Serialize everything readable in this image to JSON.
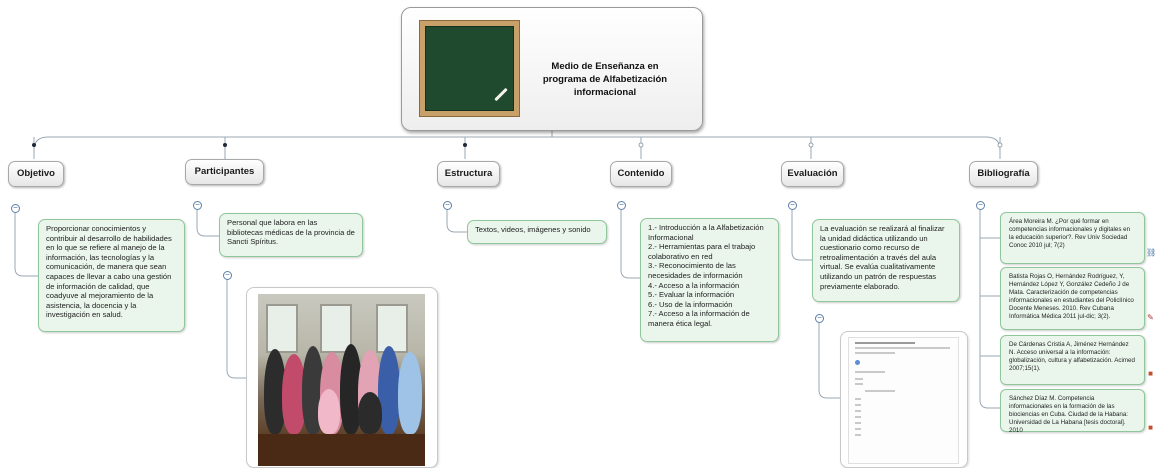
{
  "central": {
    "title": "Medio de Enseñanza en programa de Alfabetización informacional",
    "image": "chalkboard-image"
  },
  "topics": [
    {
      "label": "Objetivo"
    },
    {
      "label": "Participantes"
    },
    {
      "label": "Estructura"
    },
    {
      "label": "Contenido"
    },
    {
      "label": "Evaluación"
    },
    {
      "label": "Bibliografía"
    }
  ],
  "notes": {
    "objetivo": "Proporcionar conocimientos y contribuir al desarrollo de habilidades en lo que se refiere al manejo de la información, las tecnologías y la comunicación, de manera que sean capaces de llevar a cabo una gestión de información de calidad, que coadyuve al mejoramiento de la asistencia, la docencia y la investigación en salud.",
    "participantes": "Personal que labora en las bibliotecas médicas de la provincia de Sancti Spíritus.",
    "estructura": "Textos, videos, imágenes y sonido",
    "contenido": [
      "1.- Introducción a la Alfabetización Informacional",
      "2.- Herramientas para el trabajo colaborativo en red",
      "3.- Reconocimiento de las necesidades de información",
      "4.- Acceso a la información",
      "5.- Evaluar la información",
      "6.- Uso de la información",
      "7.- Acceso a la información de manera ética legal."
    ],
    "evaluacion": "La evaluación se realizará al finalizar la unidad didáctica utilizando un cuestionario como recurso de retroalimentación a través del aula virtual. Se evalúa cualitativamente utilizando un patrón de respuestas previamente elaborado."
  },
  "bibliografia": [
    "Área Moreira M. ¿Por qué formar en competencias informacionales y digitales en la educación superior?. Rev Univ Sociedad Conoc 2010 jul; 7(2)",
    "Batista Rojas O, Hernández Rodríguez, Y, Hernández López Y, González Cedeño J de Mata. Caracterización de competencias informacionales en estudiantes del Policlínico Docente Meneses. 2010. Rev Cubana Informática Médica 2011 jul-dic; 3(2).",
    "De Cárdenas Cristia A, Jiménez Hernández N. Acceso universal a la información: globalización, cultura y alfabetización. Acimed 2007;15(1).",
    "Sánchez Díaz M. Competencia informacionales en la formación de las biociencias en Cuba. Ciudad de la Habana: Universidad de La Habana [tesis doctoral]. 2010"
  ],
  "colors": {
    "connector": "#9aa7b3",
    "note_border": "#8fc69b",
    "note_bg": "#eaf6ec",
    "toggle": "#3b6aa0"
  },
  "icons": [
    "chalkboard-image",
    "group-photo",
    "screenshot-thumbnail",
    "link-icon",
    "pencil-icon",
    "attachment-icon"
  ]
}
